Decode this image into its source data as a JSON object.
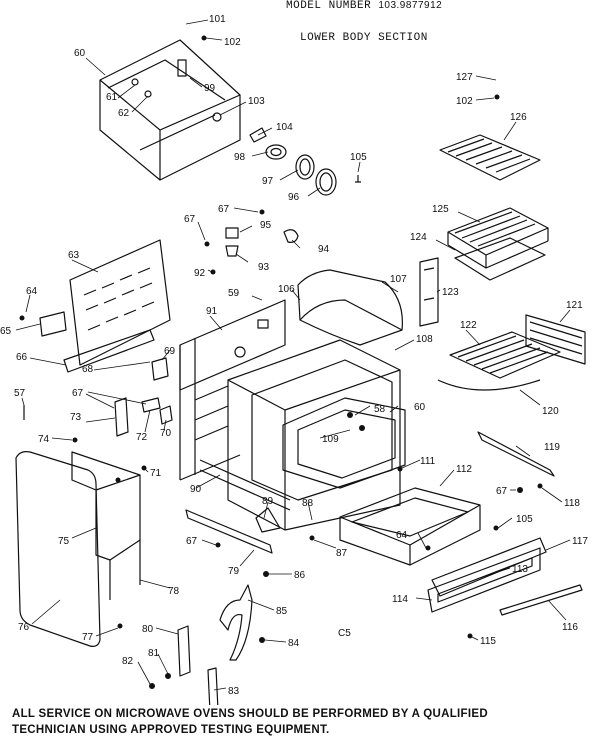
{
  "header": {
    "model_label": "MODEL NUMBER",
    "model_number": "103.9877912",
    "section_title": "LOWER BODY SECTION"
  },
  "diagram_code": "C5",
  "footer": {
    "line1": "ALL SERVICE ON MICROWAVE OVENS SHOULD BE PERFORMED BY A QUALIFIED",
    "line2": "TECHNICIAN USING APPROVED TESTING EQUIPMENT."
  },
  "callouts": [
    {
      "id": "101",
      "label": "101"
    },
    {
      "id": "102a",
      "label": "102"
    },
    {
      "id": "60a",
      "label": "60"
    },
    {
      "id": "99",
      "label": "99"
    },
    {
      "id": "61",
      "label": "61"
    },
    {
      "id": "62",
      "label": "62"
    },
    {
      "id": "103",
      "label": "103"
    },
    {
      "id": "104",
      "label": "104"
    },
    {
      "id": "98",
      "label": "98"
    },
    {
      "id": "105a",
      "label": "105"
    },
    {
      "id": "97",
      "label": "97"
    },
    {
      "id": "96",
      "label": "96"
    },
    {
      "id": "127",
      "label": "127"
    },
    {
      "id": "102b",
      "label": "102"
    },
    {
      "id": "126",
      "label": "126"
    },
    {
      "id": "67a",
      "label": "67"
    },
    {
      "id": "67b",
      "label": "67"
    },
    {
      "id": "95",
      "label": "95"
    },
    {
      "id": "94",
      "label": "94"
    },
    {
      "id": "92",
      "label": "92"
    },
    {
      "id": "93",
      "label": "93"
    },
    {
      "id": "125",
      "label": "125"
    },
    {
      "id": "124",
      "label": "124"
    },
    {
      "id": "63",
      "label": "63"
    },
    {
      "id": "107",
      "label": "107"
    },
    {
      "id": "123",
      "label": "123"
    },
    {
      "id": "64a",
      "label": "64"
    },
    {
      "id": "59",
      "label": "59"
    },
    {
      "id": "106",
      "label": "106"
    },
    {
      "id": "65",
      "label": "65"
    },
    {
      "id": "91",
      "label": "91"
    },
    {
      "id": "121",
      "label": "121"
    },
    {
      "id": "122",
      "label": "122"
    },
    {
      "id": "108",
      "label": "108"
    },
    {
      "id": "66",
      "label": "66"
    },
    {
      "id": "69",
      "label": "69"
    },
    {
      "id": "68",
      "label": "68"
    },
    {
      "id": "57",
      "label": "57"
    },
    {
      "id": "67c",
      "label": "67"
    },
    {
      "id": "58",
      "label": "58"
    },
    {
      "id": "60b",
      "label": "60"
    },
    {
      "id": "120",
      "label": "120"
    },
    {
      "id": "73",
      "label": "73"
    },
    {
      "id": "72",
      "label": "72"
    },
    {
      "id": "70",
      "label": "70"
    },
    {
      "id": "109",
      "label": "109"
    },
    {
      "id": "74",
      "label": "74"
    },
    {
      "id": "119",
      "label": "119"
    },
    {
      "id": "71",
      "label": "71"
    },
    {
      "id": "111",
      "label": "111"
    },
    {
      "id": "112",
      "label": "112"
    },
    {
      "id": "90",
      "label": "90"
    },
    {
      "id": "67d",
      "label": "67"
    },
    {
      "id": "118",
      "label": "118"
    },
    {
      "id": "89",
      "label": "89"
    },
    {
      "id": "88",
      "label": "88"
    },
    {
      "id": "105b",
      "label": "105"
    },
    {
      "id": "75",
      "label": "75"
    },
    {
      "id": "67e",
      "label": "67"
    },
    {
      "id": "87",
      "label": "87"
    },
    {
      "id": "64b",
      "label": "64"
    },
    {
      "id": "117",
      "label": "117"
    },
    {
      "id": "79",
      "label": "79"
    },
    {
      "id": "86",
      "label": "86"
    },
    {
      "id": "113",
      "label": "113"
    },
    {
      "id": "78",
      "label": "78"
    },
    {
      "id": "114",
      "label": "114"
    },
    {
      "id": "76",
      "label": "76"
    },
    {
      "id": "85",
      "label": "85"
    },
    {
      "id": "116",
      "label": "116"
    },
    {
      "id": "77",
      "label": "77"
    },
    {
      "id": "80",
      "label": "80"
    },
    {
      "id": "84",
      "label": "84"
    },
    {
      "id": "115",
      "label": "115"
    },
    {
      "id": "82",
      "label": "82"
    },
    {
      "id": "81",
      "label": "81"
    },
    {
      "id": "83",
      "label": "83"
    }
  ]
}
